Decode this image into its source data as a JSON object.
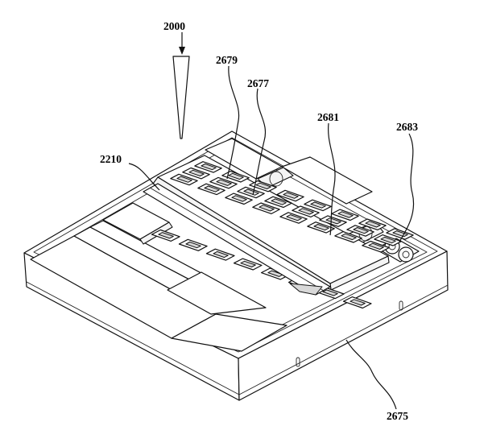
{
  "figure": {
    "labels": {
      "assembly": "2000",
      "tray_top": "2679",
      "tray_lower": "2677",
      "rack": "2681",
      "holder": "2683",
      "area": "2210",
      "base": "2675"
    }
  }
}
